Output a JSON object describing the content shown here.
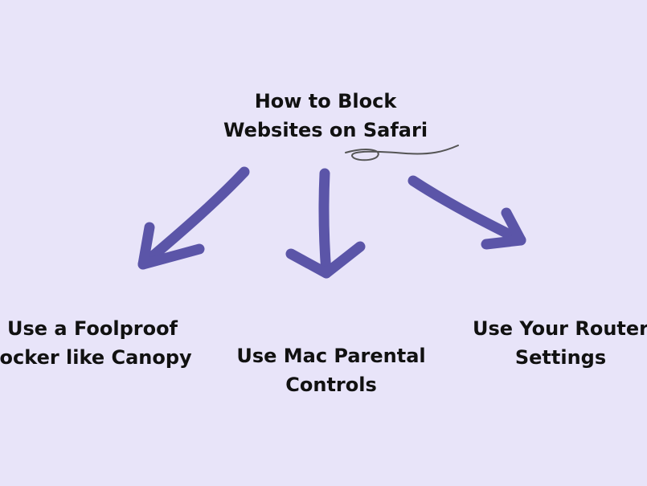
{
  "title": {
    "line1": "How to Block",
    "line2": "Websites on Safari"
  },
  "options": [
    {
      "line1": "Use a Foolproof",
      "line2": "locker like Canopy"
    },
    {
      "line1": "Use Mac Parental",
      "line2": "Controls"
    },
    {
      "line1": "Use Your Router",
      "line2": "Settings"
    }
  ],
  "colors": {
    "background": "#e8e4f9",
    "arrow": "#5b55a8",
    "text": "#111111",
    "squiggle": "#555555"
  }
}
